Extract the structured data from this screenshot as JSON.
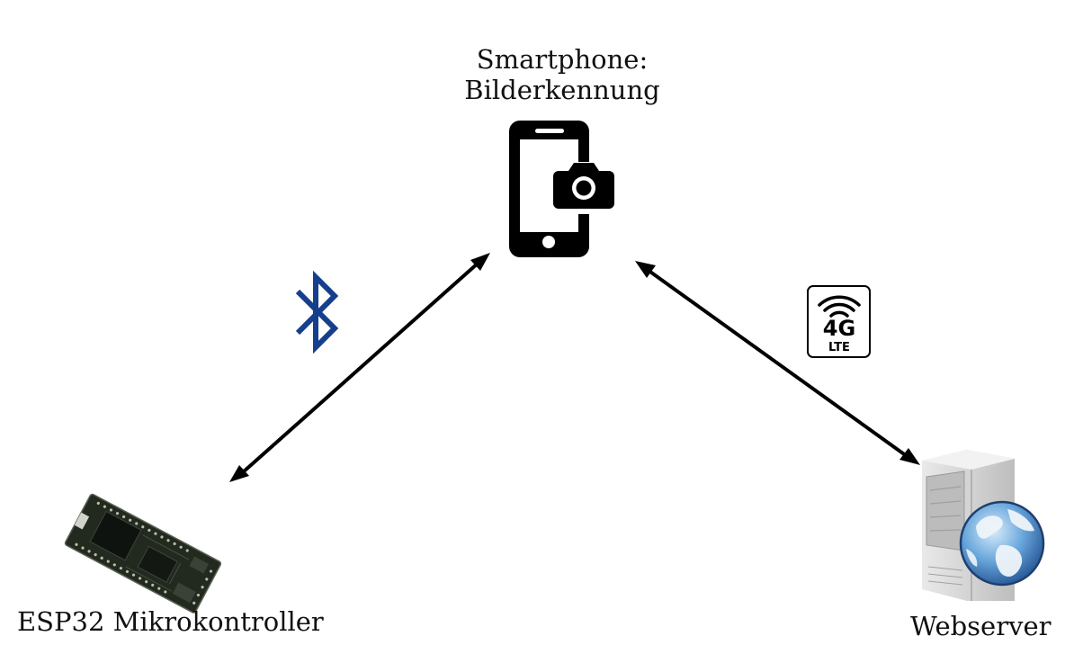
{
  "nodes": {
    "smartphone": {
      "line1": "Smartphone:",
      "line2": "Bilderkennung",
      "icon": "smartphone-camera-icon"
    },
    "esp32": {
      "label": "ESP32  Mikrokontroller",
      "icon": "esp32-module-icon"
    },
    "webserver": {
      "label": "Webserver",
      "icon": "webserver-globe-icon"
    }
  },
  "links": {
    "bluetooth": {
      "icon": "bluetooth-icon",
      "color": "#153f8c"
    },
    "lte": {
      "icon": "4g-lte-icon",
      "badge": "4G",
      "sub": "LTE"
    }
  },
  "colors": {
    "arrow": "#000000",
    "bluetooth": "#153f8c"
  }
}
